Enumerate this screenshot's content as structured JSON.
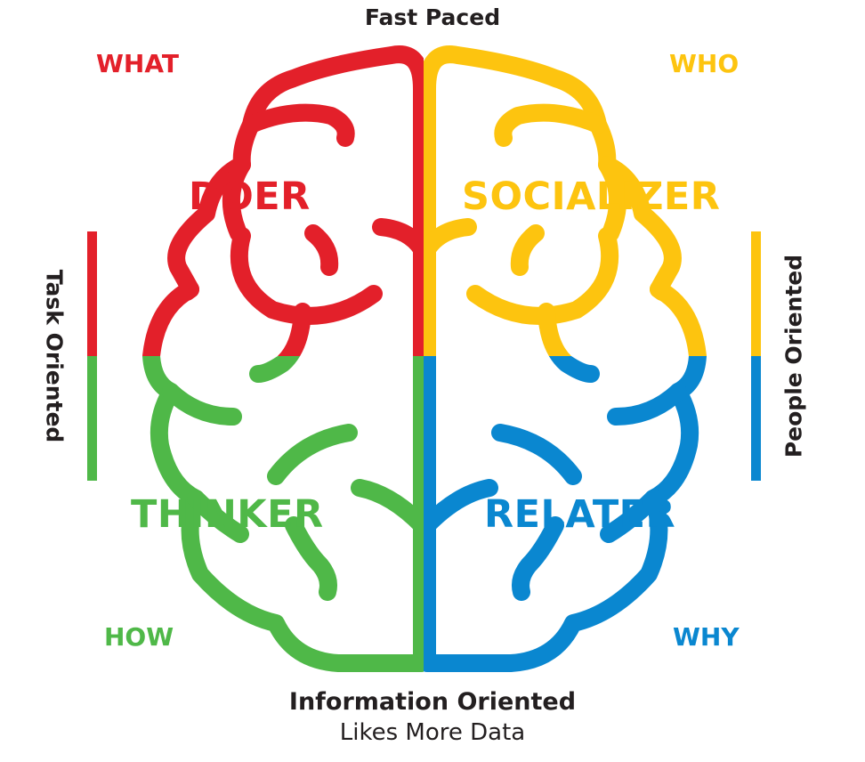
{
  "top_label": "Fast Paced",
  "bottom": {
    "title": "Information Oriented",
    "subtitle": "Likes More Data"
  },
  "left_side": "Task Oriented",
  "right_side": "People Oriented",
  "quadrants": {
    "top_left": {
      "name": "DOER",
      "question": "WHAT"
    },
    "top_right": {
      "name": "SOCIALIZER",
      "question": "WHO"
    },
    "bottom_left": {
      "name": "THINKER",
      "question": "HOW"
    },
    "bottom_right": {
      "name": "RELATER",
      "question": "WHY"
    }
  },
  "colors": {
    "red": "#e3202a",
    "yellow": "#fdc40f",
    "green": "#4fb848",
    "blue": "#0a87d0",
    "dark": "#231f20"
  }
}
